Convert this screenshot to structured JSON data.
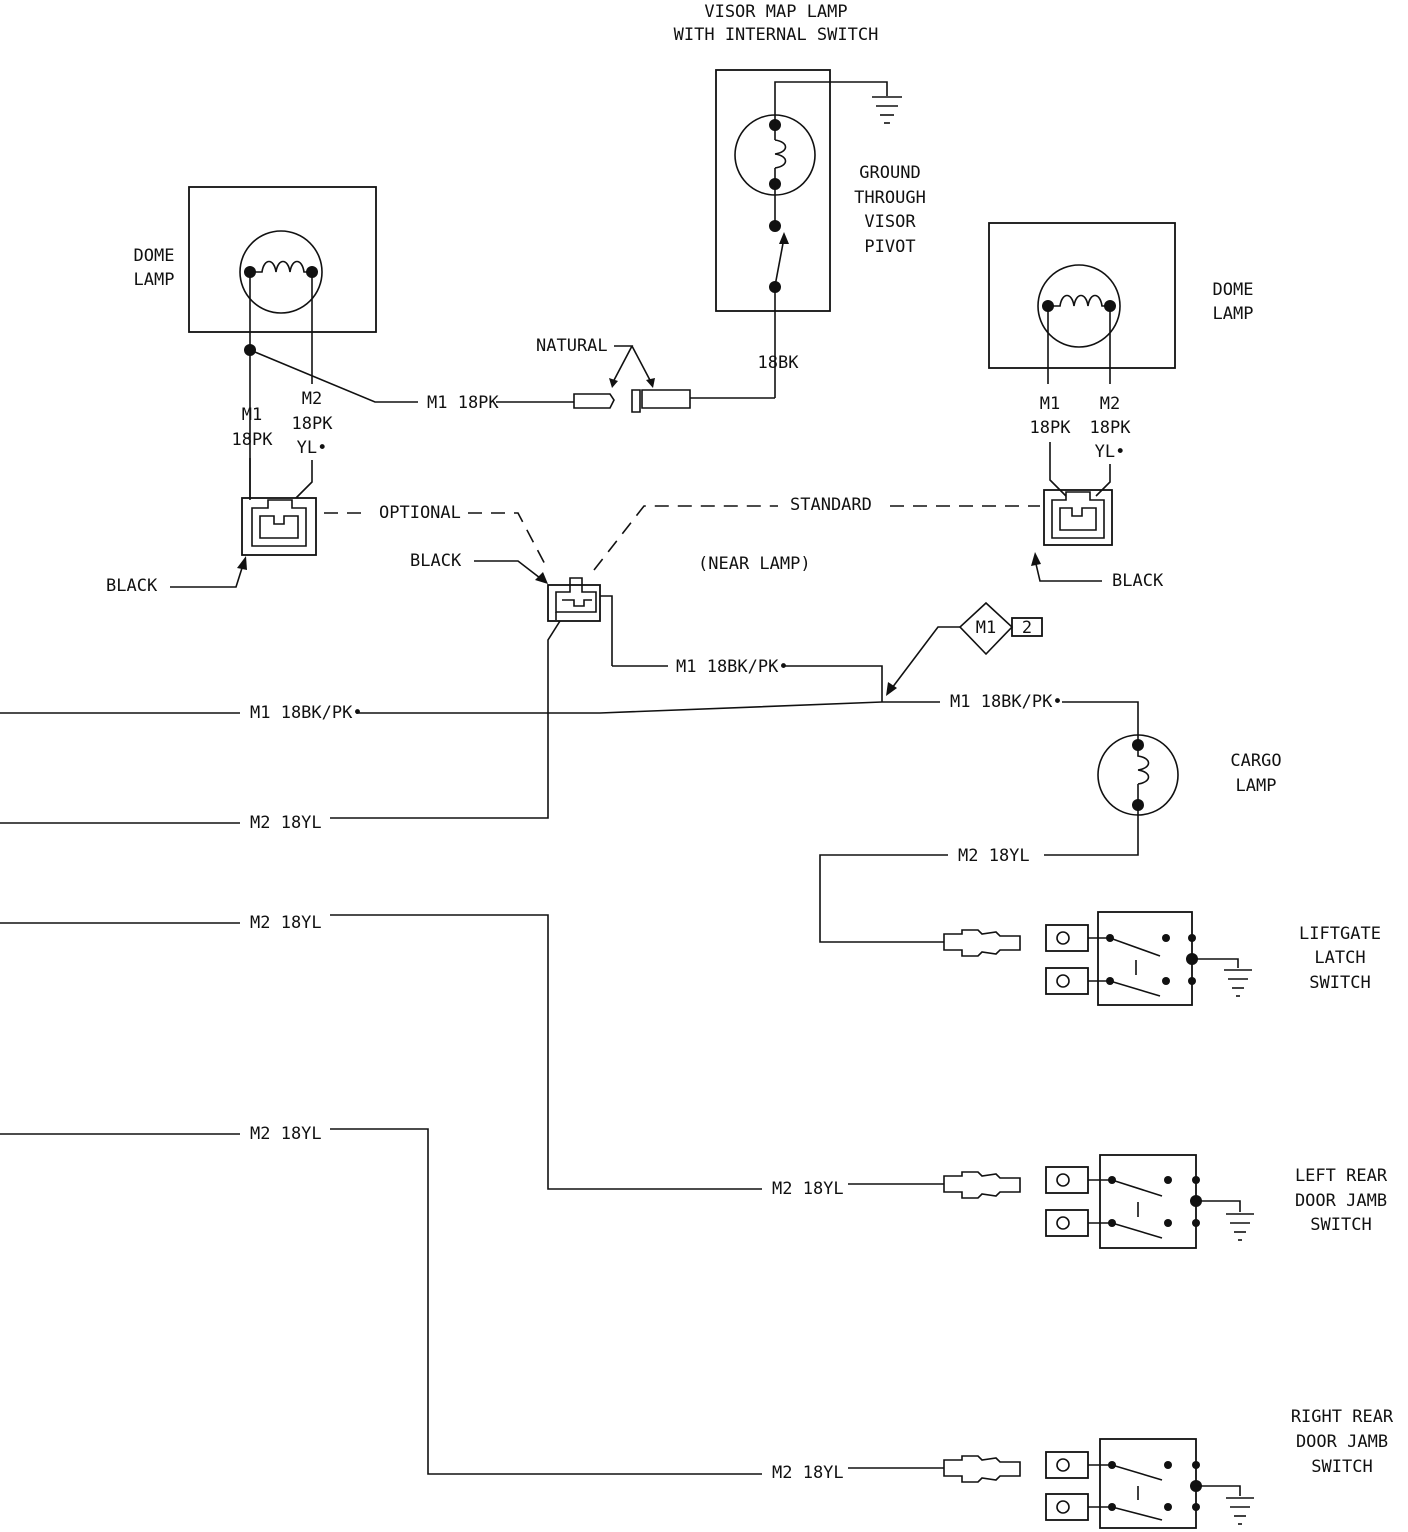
{
  "labels": {
    "visor_map_lamp": [
      "VISOR MAP LAMP",
      "WITH INTERNAL SWITCH"
    ],
    "ground_through_visor_pivot": [
      "GROUND",
      "THROUGH",
      "VISOR",
      "PIVOT"
    ],
    "dome_lamp_left": [
      "DOME",
      "LAMP"
    ],
    "dome_lamp_right": [
      "DOME",
      "LAMP"
    ],
    "cargo_lamp": [
      "CARGO",
      "LAMP"
    ],
    "natural": "NATURAL",
    "optional": "OPTIONAL",
    "standard": "STANDARD",
    "near_lamp": "(NEAR LAMP)",
    "black_left": "BLACK",
    "black_center": "BLACK",
    "black_right": "BLACK",
    "splice_ref": "M1",
    "splice_num": "2",
    "liftgate_switch": [
      "LIFTGATE",
      "LATCH",
      "SWITCH"
    ],
    "left_rear_switch": [
      "LEFT REAR",
      "DOOR JAMB",
      "SWITCH"
    ],
    "right_rear_switch": [
      "RIGHT REAR",
      "DOOR JAMB",
      "SWITCH"
    ]
  },
  "wires": {
    "m1_18pk": "M1 18PK",
    "w_18bk": "18BK",
    "left_m1": [
      "M1",
      "18PK"
    ],
    "left_m2": [
      "M2",
      "18PK",
      "YL•"
    ],
    "right_m1": [
      "M1",
      "18PK"
    ],
    "right_m2": [
      "M2",
      "18PK",
      "YL•"
    ],
    "m1_bk_pk_upper": "M1 18BK/PK•",
    "m1_bk_pk_main": "M1 18BK/PK•",
    "m1_bk_pk_cargo": "M1 18BK/PK•",
    "m2_yl_1": "M2 18YL",
    "m2_yl_2": "M2 18YL",
    "m2_yl_3": "M2 18YL",
    "m2_yl_4": "M2 18YL",
    "m2_yl_left_rear": "M2 18YL",
    "m2_yl_right_rear": "M2 18YL"
  }
}
